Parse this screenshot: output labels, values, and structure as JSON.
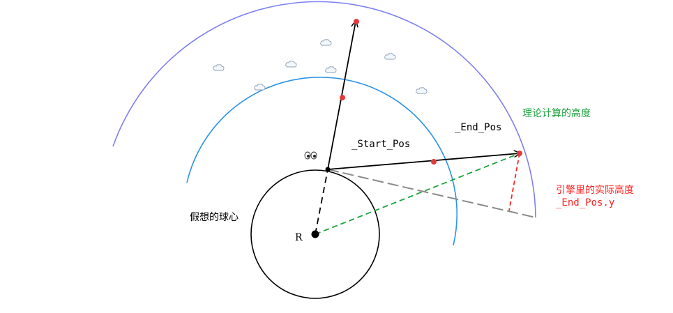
{
  "labels": {
    "start_pos": "_Start_Pos",
    "end_pos": "_End_Pos",
    "theory_height": "理论计算的高度",
    "engine_height": "引擎里的实际高度",
    "end_pos_y": "_End_Pos.y",
    "sphere_center": "假想的球心",
    "radius": "R"
  },
  "colors": {
    "outer_arc": "#7b7ff0",
    "inner_arc": "#2b93e8",
    "theory_text": "#1aa33a",
    "engine_text": "#ff2222",
    "green_dash": "#1aa33a",
    "red_dash": "#ff2222",
    "gray_dash": "#8a8a8a",
    "points": "#e23a3a",
    "black": "#000000"
  },
  "icons": {
    "clouds": "cloud-icon",
    "eyes": "eyes-icon"
  }
}
